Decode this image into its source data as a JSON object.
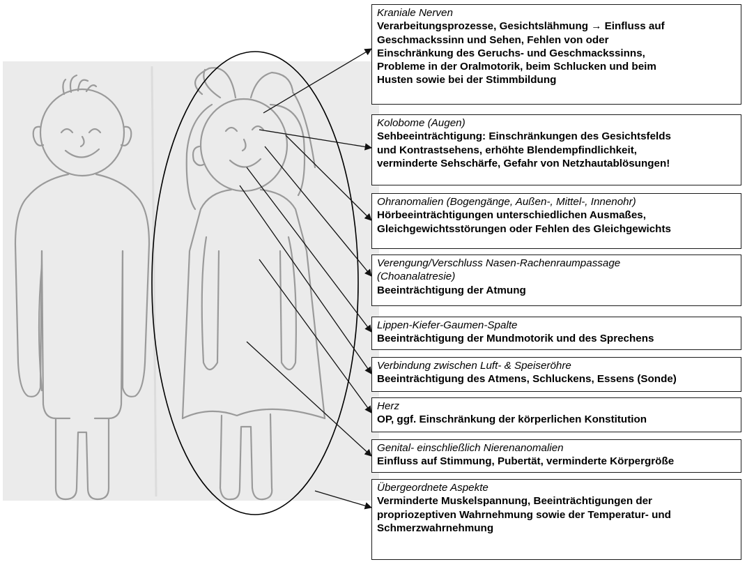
{
  "boxes": [
    {
      "heading": "Kraniale Nerven",
      "body": "Verarbeitungsprozesse, Gesichtslähmung → Einfluss auf\nGeschmackssinn und Sehen, Fehlen von oder\nEinschränkung des Geruchs- und Geschmackssinns,\nProbleme in der Oralmotorik, beim Schlucken und beim\nHusten sowie bei der Stimmbildung"
    },
    {
      "heading": "Kolobome (Augen)",
      "body": "Sehbeeinträchtigung: Einschränkungen des Gesichtsfelds\nund Kontrastsehens, erhöhte Blendempfindlichkeit,\nverminderte Sehschärfe, Gefahr von Netzhautablösungen!"
    },
    {
      "heading": "Ohranomalien (Bogengänge, Außen-, Mittel-, Innenohr)",
      "body": "Hörbeeinträchtigungen unterschiedlichen Ausmaßes,\nGleichgewichtsstörungen oder Fehlen des Gleichgewichts"
    },
    {
      "heading": "Verengung/Verschluss Nasen-Rachenraumpassage\n(Choanalatresie)",
      "body": "Beeinträchtigung der Atmung"
    },
    {
      "heading": "Lippen-Kiefer-Gaumen-Spalte",
      "body": "Beeinträchtigung der Mundmotorik und des Sprechens"
    },
    {
      "heading": "Verbindung zwischen Luft- & Speiseröhre",
      "body": "Beeinträchtigung des Atmens, Schluckens, Essens (Sonde)"
    },
    {
      "heading": "Herz",
      "body": "OP, ggf. Einschränkung der körperlichen Konstitution"
    },
    {
      "heading": "Genital- einschließlich Nierenanomalien",
      "body": "Einfluss auf Stimmung, Pubertät, verminderte Körpergröße"
    },
    {
      "heading": "Übergeordnete Aspekte",
      "body": "Verminderte Muskelspannung, Beeinträchtigungen der\npropriozeptiven Wahrnehmung sowie der Temperatur- und\nSchmerzwahrnehmung"
    }
  ]
}
